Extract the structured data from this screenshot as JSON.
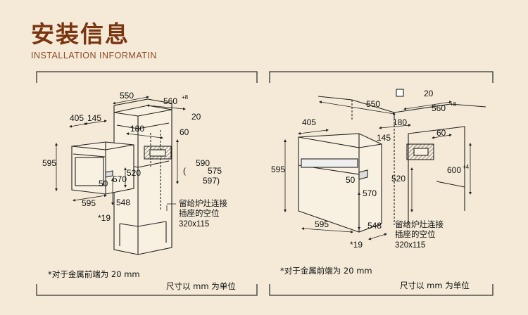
{
  "header": {
    "title_zh": "安装信息",
    "title_en": "INSTALLATION  INFORMATIN"
  },
  "left": {
    "dims": {
      "d550": "550",
      "d560": "560",
      "d560_sup": "+8",
      "d20": "20",
      "d405": "405",
      "d145": "145",
      "d180": "180",
      "d60": "60",
      "d595v": "595",
      "d590": "590",
      "d575": "575",
      "d597": "597)",
      "paren_open": "(",
      "d520": "520",
      "d50": "50",
      "d570": "570",
      "d548": "548",
      "d595h": "595",
      "d19": "*19"
    },
    "cutout_note": [
      "留给炉灶连接",
      "插座的空位",
      "320x115"
    ],
    "footnote": "*对于金属前端为 20 mm",
    "unit_note": "尺寸以 mm 为单位"
  },
  "right": {
    "dims": {
      "d550": "550",
      "d20": "20",
      "d560": "560",
      "d560_sup": "+8",
      "d405": "405",
      "d180": "180",
      "d60": "60",
      "d145": "145",
      "d595v": "595",
      "d600": "600",
      "d600_sup": "+4",
      "d520": "520",
      "d50": "50",
      "d570": "570",
      "d595h": "595",
      "d548": "548",
      "d19": "*19"
    },
    "cutout_note": [
      "留给炉灶连接",
      "插座的空位",
      "320x115"
    ],
    "footnote": "*对于金属前端为 20 mm",
    "unit_note": "尺寸以 mm 为单位"
  },
  "colors": {
    "background": "#f4ead7",
    "title": "#7a3510",
    "line": "#222222",
    "hatch": "#555555"
  }
}
